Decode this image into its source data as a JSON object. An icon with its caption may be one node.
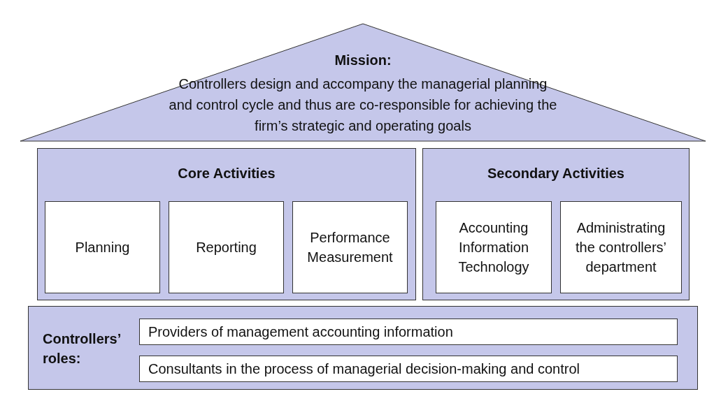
{
  "diagram": {
    "nodes": [
      {
        "text": [
          "Mission:",
          "Controllers design and accompany the managerial planning and control cycle and thus are co-responsible for achieving the firm’s strategic and operating goals"
        ]
      },
      {
        "text": [
          "Core Activities"
        ]
      },
      {
        "text": [
          "Planning"
        ],
        "in": 1
      },
      {
        "text": [
          "Reporting"
        ],
        "in": 1
      },
      {
        "text": [
          "Performance Measurement"
        ],
        "in": 1
      },
      {
        "text": [
          "Secondary Activities"
        ]
      },
      {
        "text": [
          "Accounting Information Technology"
        ],
        "in": 5
      },
      {
        "text": [
          "Administrating the controllers’ department"
        ],
        "in": 5
      },
      {
        "text": [
          "Controllers’ roles:"
        ]
      },
      {
        "text": [
          "Providers of management accounting information"
        ],
        "in": 8
      },
      {
        "text": [
          "Consultants in the process of managerial decision-making and control"
        ],
        "in": 8
      }
    ]
  }
}
